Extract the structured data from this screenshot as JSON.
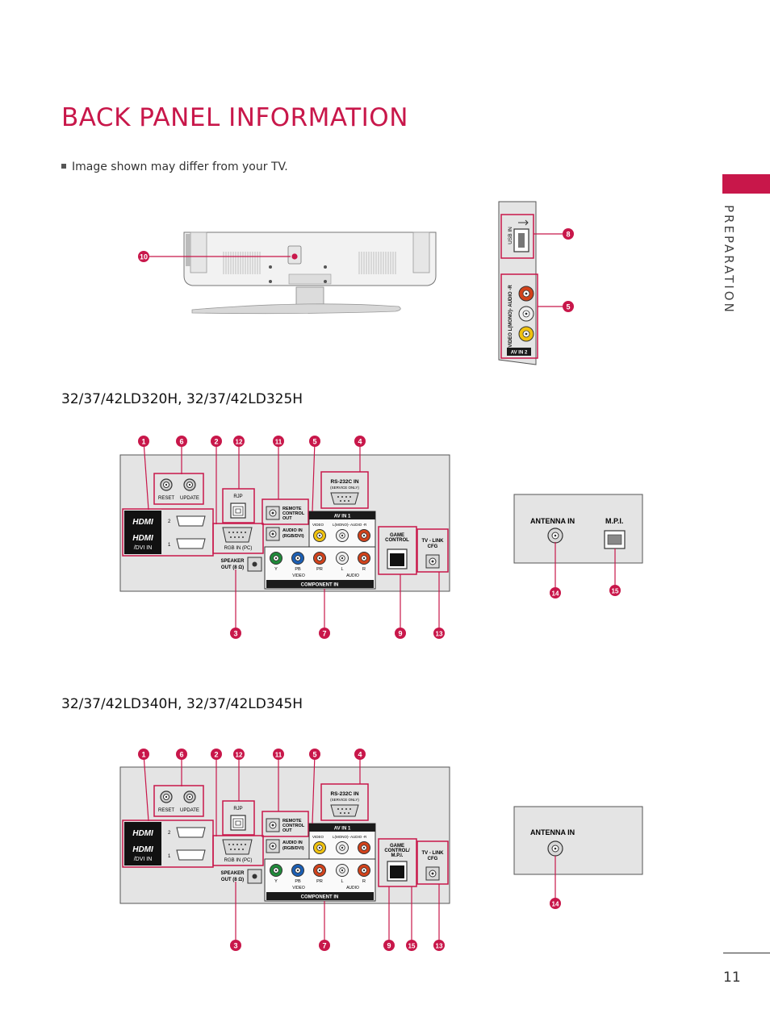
{
  "title": "BACK PANEL INFORMATION",
  "note": "Image shown may differ from your TV.",
  "section_label": "PREPARATION",
  "page_number": "11",
  "models": [
    {
      "heading": "32/37/42LD320H, 32/37/42LD325H"
    },
    {
      "heading": "32/37/42LD340H, 32/37/42LD345H"
    }
  ],
  "side_panel": {
    "usb_label": "USB IN",
    "av_label": "VIDEO L(MONO)- AUDIO -R",
    "av_in_label": "AV IN 2"
  },
  "ports": {
    "reset": "RESET",
    "update": "UPDATE",
    "rjp": "RJP",
    "remote": "REMOTE CONTROL OUT",
    "remote_1": "REMOTE",
    "remote_2": "CONTROL",
    "remote_3": "OUT",
    "audio_in_1": "AUDIO IN",
    "audio_in_2": "(RGB/DVI)",
    "rs232": "RS-232C IN",
    "service_only": "(SERVICE ONLY)",
    "av_in_1": "AV IN 1",
    "video": "VIDEO",
    "mono_audio": "L(MONO)- AUDIO -R",
    "game_control_1": "GAME",
    "game_control_2": "CONTROL",
    "game_control_mpi_1": "GAME",
    "game_control_mpi_2": "CONTROL/",
    "game_control_mpi_3": "M.P.I.",
    "tvlink_1": "TV - LINK",
    "tvlink_2": "CFG",
    "hdmi": "HDMI",
    "hdmi_dvi": "/DVI IN",
    "hdmi_2": "2",
    "hdmi_1": "1",
    "rgb_in": "RGB IN (PC)",
    "speaker_1": "SPEAKER",
    "speaker_2": "OUT (8 Ω)",
    "y": "Y",
    "pb": "PB",
    "pr": "PR",
    "l": "L",
    "r": "R",
    "video_sub": "VIDEO",
    "audio_sub": "AUDIO",
    "component_in": "COMPONENT IN",
    "antenna_in": "ANTENNA IN",
    "mpi": "M.P.I."
  },
  "callouts": {
    "c1": "1",
    "c2": "2",
    "c3": "3",
    "c4": "4",
    "c5": "5",
    "c6": "6",
    "c7": "7",
    "c8": "8",
    "c9": "9",
    "c10": "10",
    "c11": "11",
    "c12": "12",
    "c13": "13",
    "c14": "14",
    "c15": "15"
  },
  "colors": {
    "accent": "#c8174a",
    "panel_bg": "#e4e4e4",
    "port_green": "#1f8a3a",
    "port_blue": "#1b5fb5",
    "port_red": "#d2421b",
    "port_yellow": "#f0c20f"
  }
}
